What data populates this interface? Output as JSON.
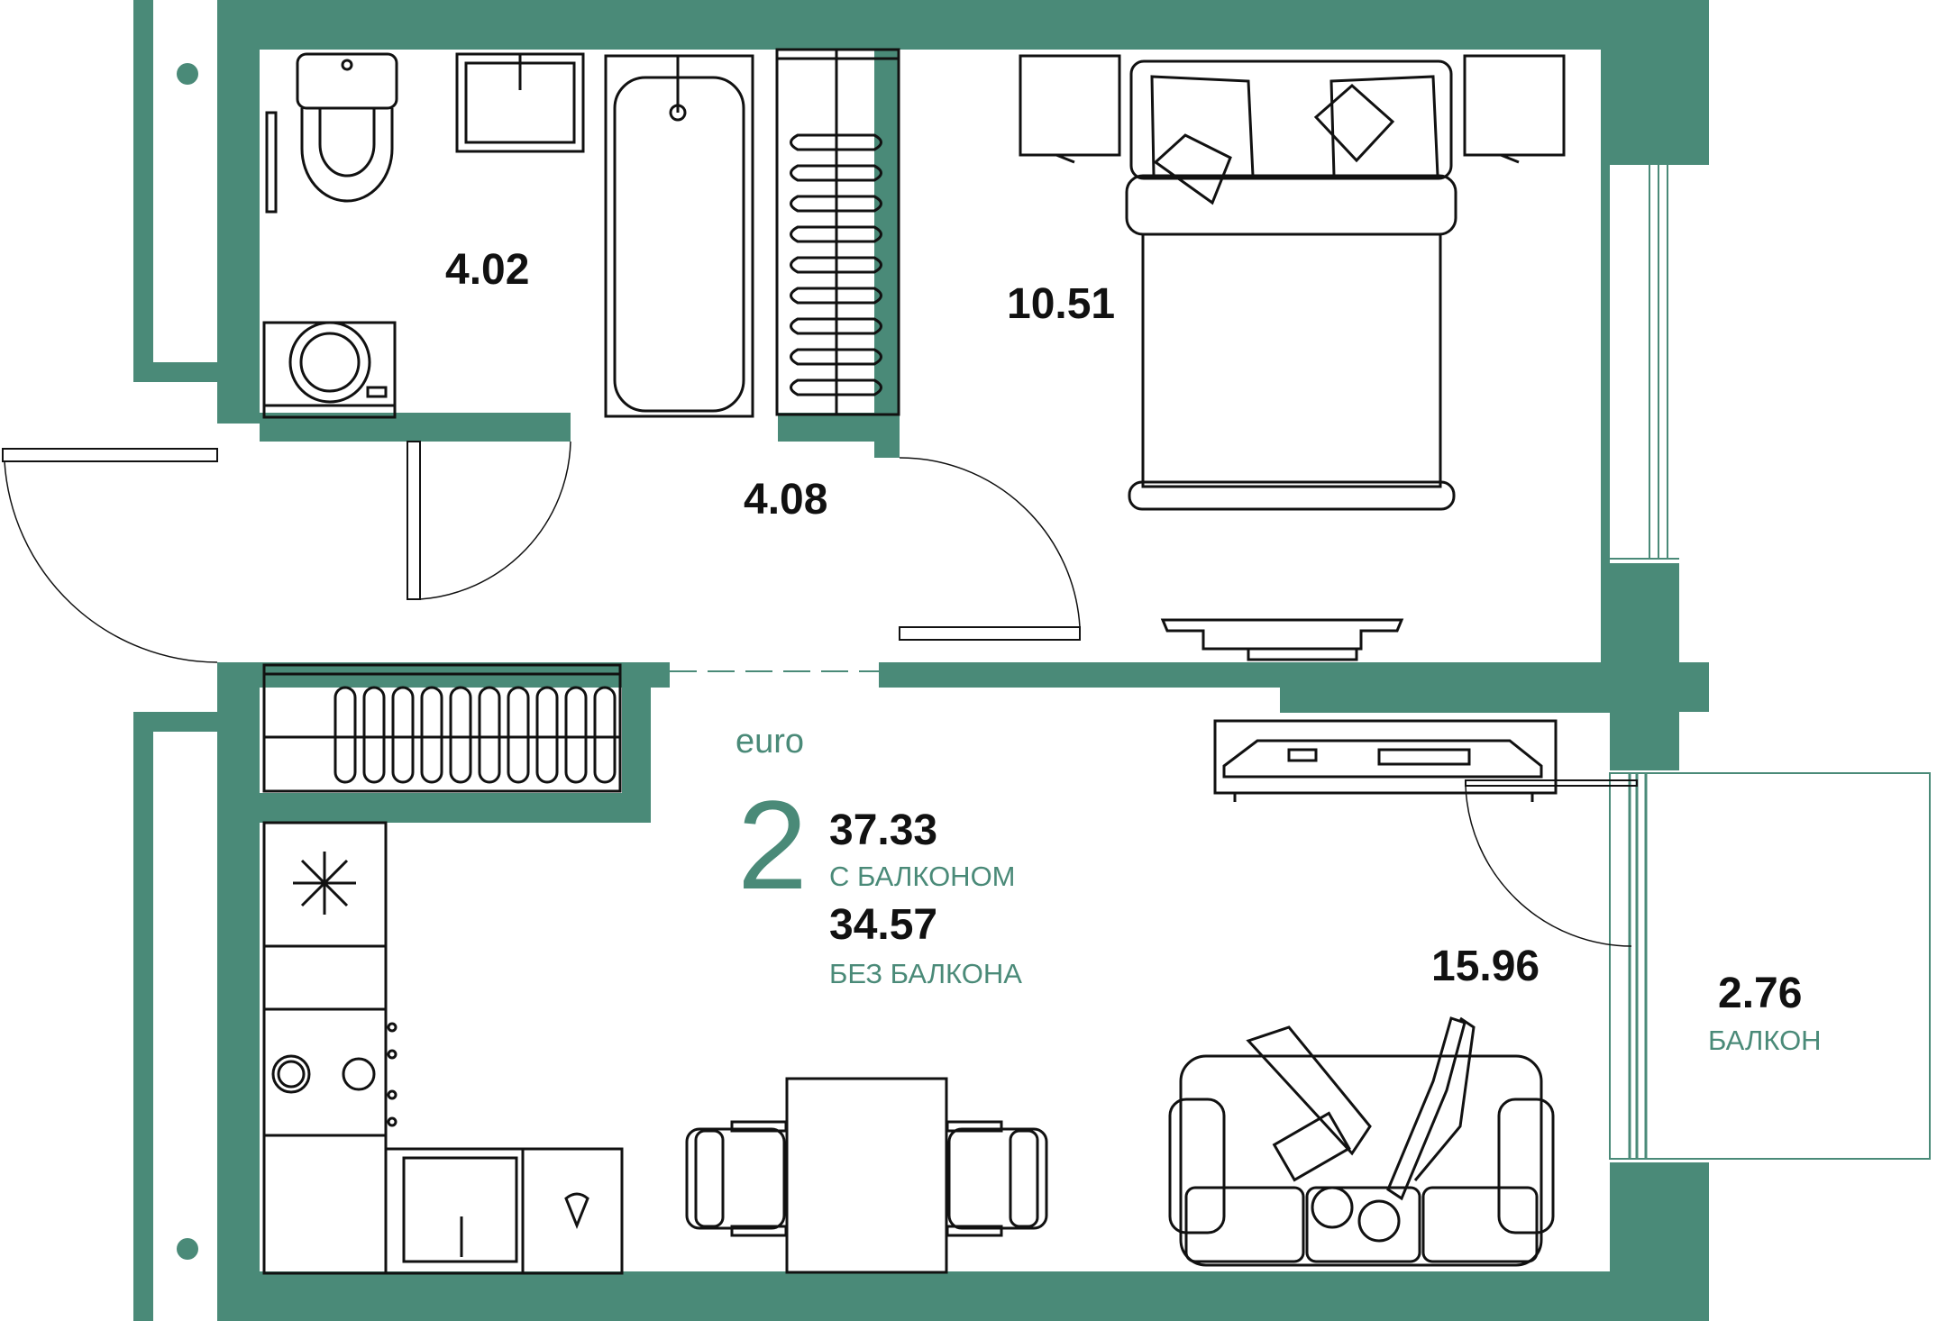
{
  "colors": {
    "wall": "#4a8a78",
    "accent": "#4a8a78",
    "line": "#111111",
    "background": "#ffffff"
  },
  "rooms": {
    "bathroom": {
      "area": "4.02"
    },
    "bedroom": {
      "area": "10.51"
    },
    "hallway": {
      "area": "4.08"
    },
    "living_kitchen": {
      "area": "15.96"
    },
    "balcony": {
      "area": "2.76",
      "label": "БАЛКОН"
    }
  },
  "summary": {
    "type": "euro",
    "rooms_count": "2",
    "area_with_balcony": "37.33",
    "with_balcony_label": "С БАЛКОНОМ",
    "area_without_balcony": "34.57",
    "without_balcony_label": "БЕЗ БАЛКОНА"
  },
  "icons": {
    "freezer": "snowflake-icon",
    "tv": "tv-icon",
    "bed": "double-bed-icon",
    "sofa": "sofa-with-people-icon",
    "table": "dining-table-icon",
    "stove": "cooktop-icon",
    "sink": "kitchen-sink-icon",
    "bathtub": "bathtub-icon",
    "toilet": "toilet-icon",
    "washer": "washing-machine-icon"
  }
}
